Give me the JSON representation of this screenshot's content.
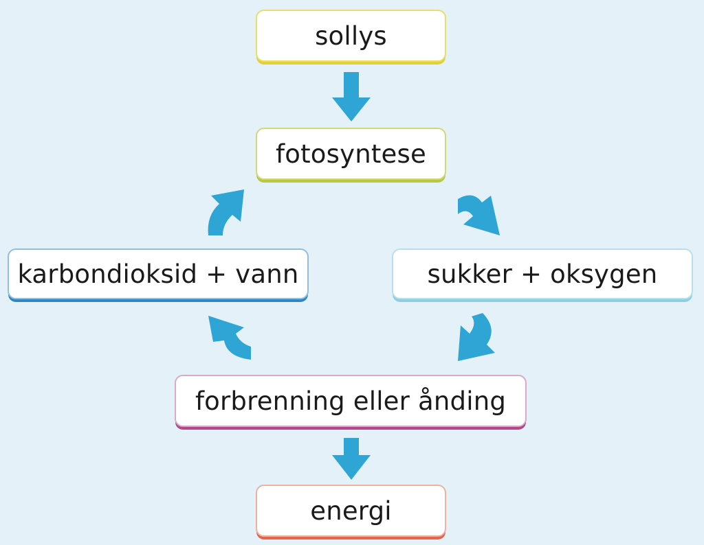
{
  "colors": {
    "background": "#e4f1f9",
    "arrow": "#2fa5d6",
    "sollys_border": "#e2cf3e",
    "fotosyntese_border": "#b8c845",
    "karbondioksid_border": "#2f86c6",
    "sukker_border": "#8ccfe0",
    "forbrenning_border": "#b0488a",
    "energi_border": "#e0674b"
  },
  "nodes": {
    "sollys": "sollys",
    "fotosyntese": "fotosyntese",
    "karbondioksid_vann": "karbondioksid + vann",
    "sukker_oksygen": "sukker + oksygen",
    "forbrenning_anding": "forbrenning eller ånding",
    "energi": "energi"
  },
  "arrows": [
    {
      "from": "sollys",
      "to": "fotosyntese",
      "icon": "down-arrow-icon"
    },
    {
      "from": "fotosyntese",
      "to": "sukker_oksygen",
      "icon": "curved-arrow-icon"
    },
    {
      "from": "sukker_oksygen",
      "to": "forbrenning_anding",
      "icon": "curved-arrow-icon"
    },
    {
      "from": "forbrenning_anding",
      "to": "karbondioksid_vann",
      "icon": "curved-arrow-icon"
    },
    {
      "from": "karbondioksid_vann",
      "to": "fotosyntese",
      "icon": "curved-arrow-icon"
    },
    {
      "from": "forbrenning_anding",
      "to": "energi",
      "icon": "down-arrow-icon"
    }
  ]
}
